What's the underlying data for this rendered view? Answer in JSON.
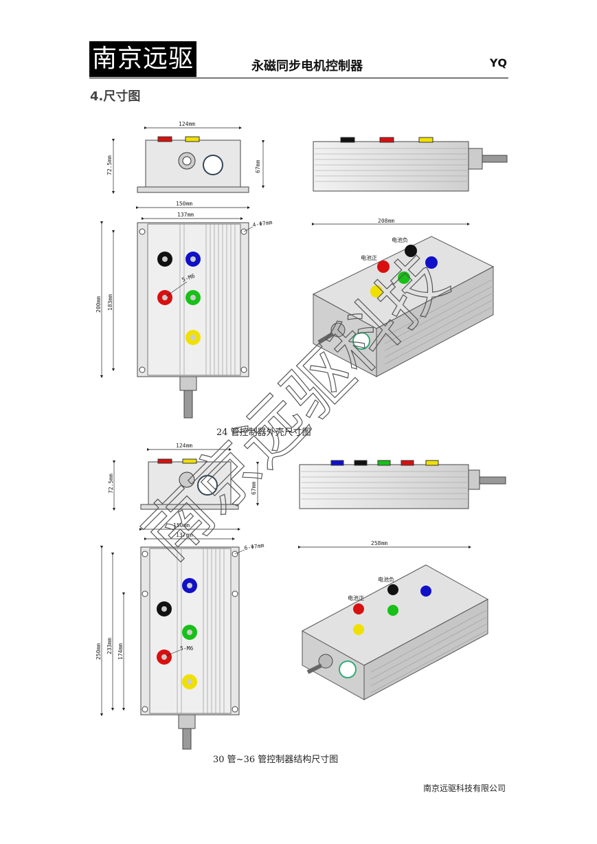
{
  "header": {
    "logo_text": "南京远驱",
    "title": "永磁同步电机控制器",
    "code": "YQ"
  },
  "section": {
    "title": "4.尺寸图"
  },
  "figure_24": {
    "caption": "24 管控制器外壳尺寸图",
    "dims": {
      "top_width": "124mm",
      "top_height": "72.5mm",
      "top_inner_height": "67mm",
      "side_length": "208mm",
      "front_outer_width": "150mm",
      "front_inner_width": "137mm",
      "front_outer_height": "200mm",
      "front_inner_height": "183mm",
      "holes": "4-Φ7mm",
      "terminals": "5-M6"
    },
    "iso_labels": {
      "battery_neg": "电池负",
      "battery_pos": "电池正"
    }
  },
  "figure_30": {
    "caption": "30 管~36 管控制器结构尺寸图",
    "dims": {
      "top_width": "124mm",
      "top_height": "72.5mm",
      "top_inner_height": "67mm",
      "side_length": "258mm",
      "front_outer_width": "150mm",
      "front_inner_width": "137mm",
      "front_outer_height": "250mm",
      "front_inner_height": "233mm",
      "front_mid_height": "174mm",
      "holes": "6-Φ7mm",
      "terminals": "5-M6"
    },
    "iso_labels": {
      "battery_neg": "电池负",
      "battery_pos": "电池正"
    }
  },
  "watermark": "南京远驱科技",
  "footer": {
    "company": "南京远驱科技有限公司"
  },
  "colors": {
    "red": "#d81010",
    "yellow": "#f0e000",
    "blue": "#1010c8",
    "green": "#18c018",
    "black": "#111111",
    "housing": "#e4e4e4"
  }
}
